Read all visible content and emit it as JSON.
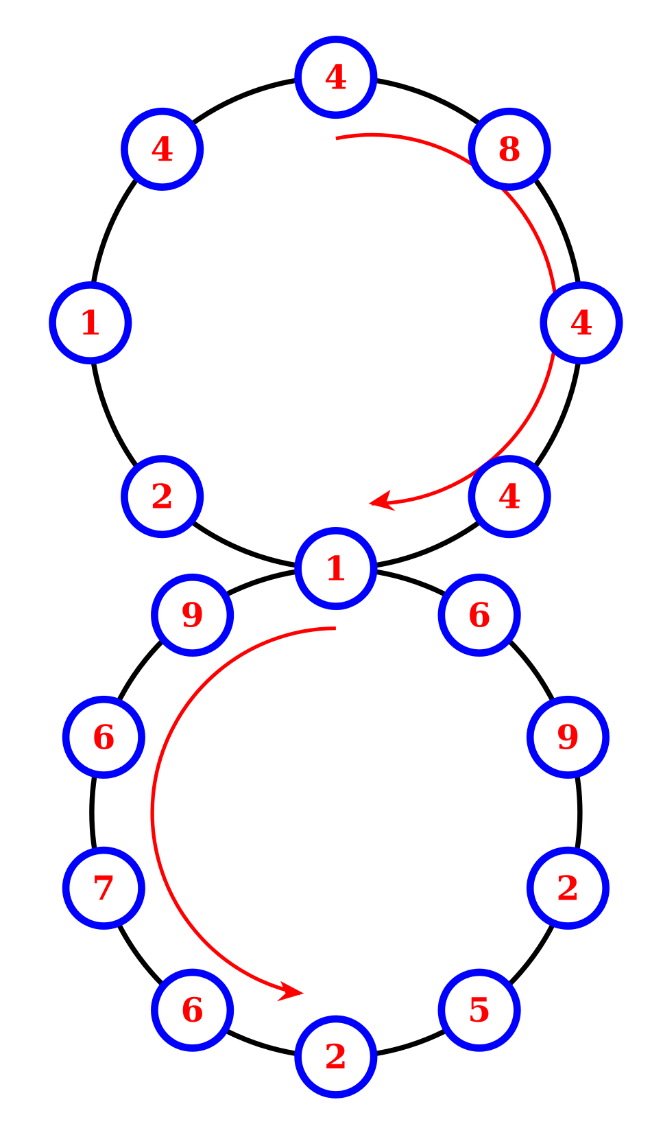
{
  "colors": {
    "ring": "#000000",
    "node_border": "#0000ff",
    "node_fill": "#ffffff",
    "label": "#ff0000",
    "arrow": "#ff0000"
  },
  "top_cycle": {
    "values_clockwise_from_top": [
      "4",
      "8",
      "4",
      "4",
      "1",
      "2",
      "1",
      "4"
    ],
    "arrow_direction": "clockwise"
  },
  "bottom_cycle": {
    "values_clockwise_from_top": [
      "1",
      "6",
      "9",
      "2",
      "5",
      "2",
      "6",
      "7",
      "6",
      "9"
    ],
    "arrow_direction": "counterclockwise"
  }
}
